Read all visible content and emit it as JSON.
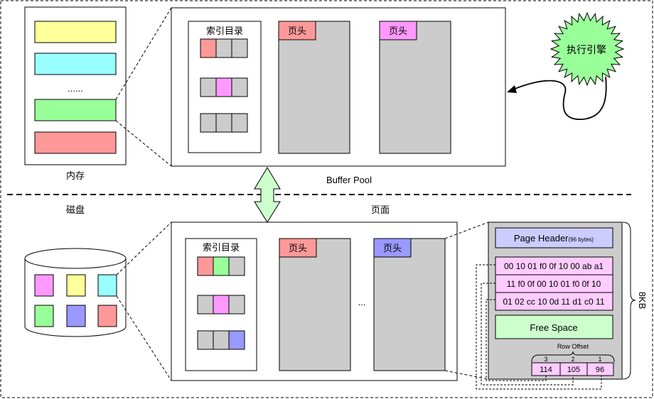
{
  "labels": {
    "memory": "内存",
    "disk": "磁盘",
    "buffer_pool": "Buffer Pool",
    "page": "页面",
    "engine": "执行引擎",
    "memory_ellipsis": "......",
    "lower_ellipsis": "...",
    "size": "8KB"
  },
  "index_dir": {
    "top": "索引目录",
    "bottom": "索引目录"
  },
  "page_headers": {
    "top_1": "页头",
    "top_2": "页头",
    "bottom_1": "页头",
    "bottom_2": "页头"
  },
  "page_detail": {
    "header_main": "Page Header",
    "header_note": "(96 bytes)",
    "rows": [
      "00 10 01 f0 0f 10 00 ab a1",
      "11 f0 0f 00 10 01 f0 0f 10",
      "01 02 cc 10 0d 11 d1 c0 11"
    ],
    "free_space": "Free Space",
    "row_offset": "Row Offset",
    "offset_index": [
      "3",
      "2",
      "1"
    ],
    "offset_values": [
      "114",
      "105",
      "96"
    ]
  },
  "colors": {
    "yellow": "#ffff99",
    "cyan": "#99ffff",
    "green": "#99ff99",
    "red": "#ff9999",
    "pink": "#ff99ff",
    "blue": "#9999ff",
    "gray": "#cccccc",
    "header_blue": "#ccccff",
    "hex_pink": "#ffccff",
    "free_green": "#ccffcc"
  }
}
